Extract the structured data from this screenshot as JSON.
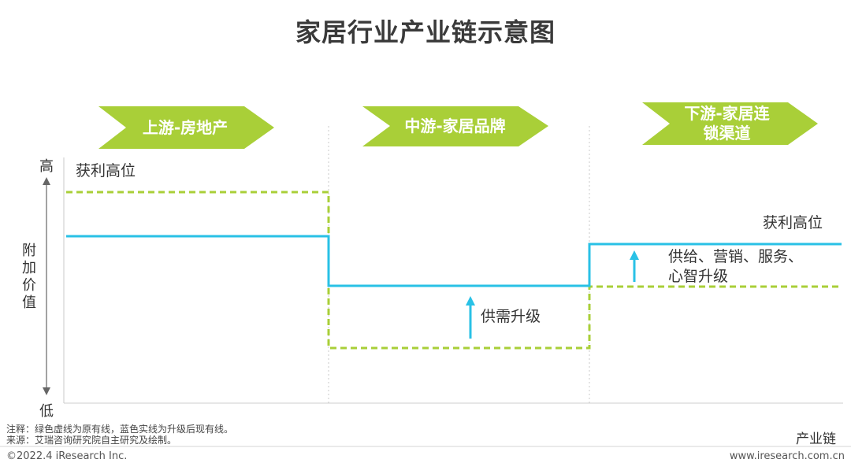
{
  "title": "家居行业产业链示意图",
  "stages": [
    {
      "label_line1": "上游-房地产",
      "label_line2": ""
    },
    {
      "label_line1": "中游-家居品牌",
      "label_line2": ""
    },
    {
      "label_line1": "下游-家居连",
      "label_line2": "锁渠道"
    }
  ],
  "axis": {
    "high": "高",
    "low": "低",
    "y_label": "附\n加\n价\n值",
    "x_label": "产业链"
  },
  "annotations": {
    "profit_high_left": "获利高位",
    "profit_high_right": "获利高位",
    "supply_demand_upgrade": "供需升级",
    "downstream_upgrade": "供给、营销、服务、\n心智升级"
  },
  "colors": {
    "stage_arrow": "#a9cf38",
    "original_line": "#a9cf38",
    "upgraded_line": "#29c1e6",
    "divider": "#c8c8c8",
    "axis": "#666666"
  },
  "notes": {
    "note1": "注释：绿色虚线为原有线，蓝色实线为升级后现有线。",
    "note2": "来源：艾瑞咨询研究院自主研究及绘制。"
  },
  "footer": {
    "copyright": "©2022.4 iResearch Inc.",
    "website": "www.iresearch.com.cn"
  }
}
